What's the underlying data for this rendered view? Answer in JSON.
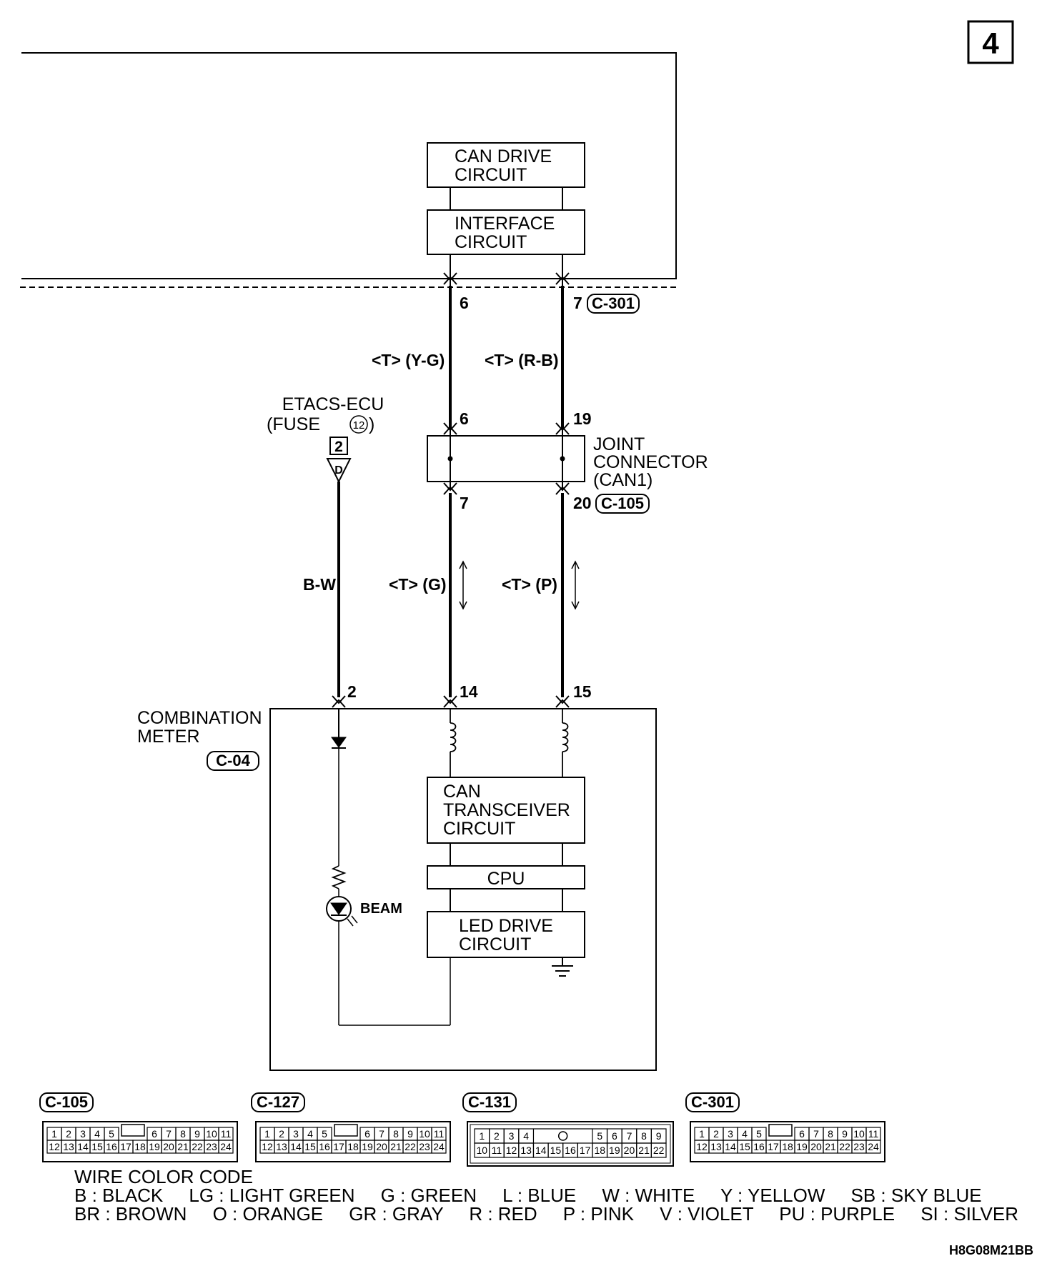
{
  "page_number": "4",
  "boxes": {
    "can_drive": [
      "CAN DRIVE",
      "CIRCUIT"
    ],
    "interface": [
      "INTERFACE",
      "CIRCUIT"
    ],
    "joint_connector": [
      "JOINT",
      "CONNECTOR",
      "(CAN1)"
    ],
    "can_transceiver": [
      "CAN",
      "TRANSCEIVER",
      "CIRCUIT"
    ],
    "cpu": "CPU",
    "led_drive": [
      "LED DRIVE",
      "CIRCUIT"
    ],
    "combination_meter": [
      "COMBINATION",
      "METER"
    ]
  },
  "connectors": {
    "c301": "C-301",
    "c105": "C-105",
    "c04": "C-04",
    "c127": "C-127",
    "c131": "C-131"
  },
  "etacs": {
    "title": "ETACS-ECU",
    "fuse_prefix": "(FUSE",
    "fuse_number": "12",
    "fuse_suffix": ")",
    "terminal": "2",
    "terminal_letter": "D"
  },
  "pins": {
    "top_left": "6",
    "top_right": "7",
    "joint_in_left": "6",
    "joint_in_right": "19",
    "joint_out_left": "7",
    "joint_out_right": "20",
    "meter_left": "2",
    "meter_mid": "14",
    "meter_right": "15"
  },
  "wires": {
    "upper_left": "<T> (Y-G)",
    "upper_right": "<T> (R-B)",
    "fuse_wire": "B-W",
    "lower_left": "<T> (G)",
    "lower_right": "<T> (P)"
  },
  "beam_label": "BEAM",
  "connector_faces": {
    "standard_top": [
      "1",
      "2",
      "3",
      "4",
      "5",
      "6",
      "7",
      "8",
      "9",
      "10",
      "11"
    ],
    "standard_bottom": [
      "12",
      "13",
      "14",
      "15",
      "16",
      "17",
      "18",
      "19",
      "20",
      "21",
      "22",
      "23",
      "24"
    ],
    "c131_top": [
      "1",
      "2",
      "3",
      "4",
      "5",
      "6",
      "7",
      "8",
      "9"
    ],
    "c131_bottom": [
      "10",
      "11",
      "12",
      "13",
      "14",
      "15",
      "16",
      "17",
      "18",
      "19",
      "20",
      "21",
      "22"
    ]
  },
  "wire_color_code": {
    "title": "WIRE COLOR CODE",
    "line1": "B : BLACK     LG : LIGHT GREEN     G : GREEN     L : BLUE     W : WHITE     Y : YELLOW     SB : SKY BLUE",
    "line2": "BR : BROWN     O : ORANGE     GR : GRAY     R : RED     P : PINK     V : VIOLET     PU : PURPLE     SI : SILVER"
  },
  "figure_code": "H8G08M21BB"
}
